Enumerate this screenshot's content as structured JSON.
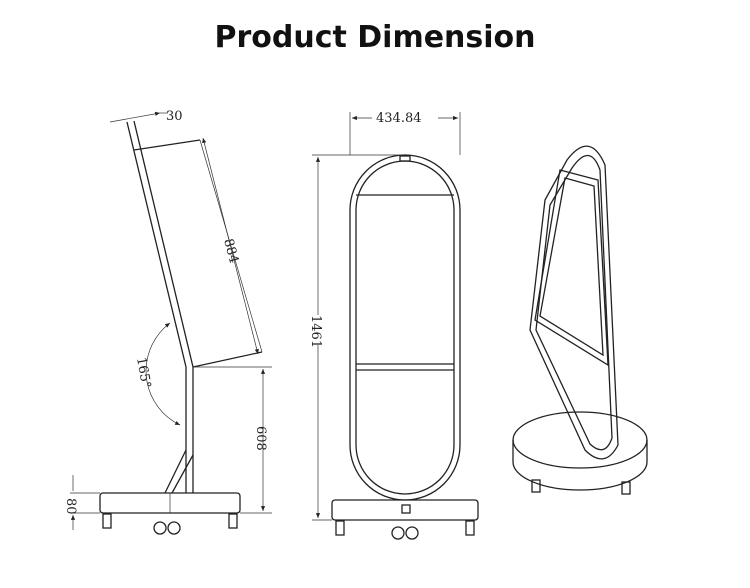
{
  "title": "Product Dimension",
  "side_view": {
    "thickness": "30",
    "panel_height": "884",
    "angle": "165°",
    "stand_height": "608",
    "base_height": "80"
  },
  "front_view": {
    "width": "434.84",
    "total_height": "1461"
  }
}
